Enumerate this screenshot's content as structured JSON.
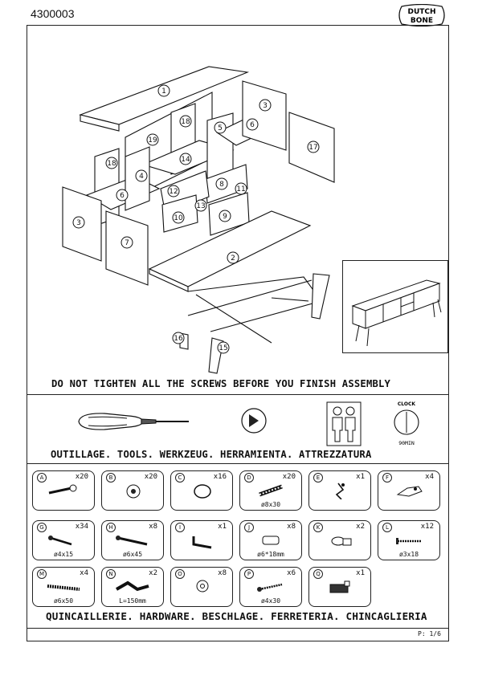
{
  "header": {
    "doc_number": "4300003",
    "brand_line1": "DUTCH",
    "brand_line2": "BONE"
  },
  "exploded_view": {
    "part_numbers": [
      "1",
      "2",
      "3",
      "3",
      "4",
      "5",
      "6",
      "6",
      "7",
      "8",
      "9",
      "10",
      "11",
      "12",
      "13",
      "14",
      "15",
      "16",
      "17",
      "18",
      "18",
      "19"
    ]
  },
  "warning_text": "DO NOT TIGHTEN ALL THE SCREWS BEFORE YOU FINISH ASSEMBLY",
  "tools": {
    "items": [
      "screwdriver-icon",
      "phillips-bit-icon",
      "two-persons-icon",
      "clock-icon"
    ],
    "clock_label": "CLOCK",
    "clock_time": "90MIN",
    "title": "OUTILLAGE. TOOLS. WERKZEUG. HERRAMIENTA. ATTREZZATURA"
  },
  "hardware": {
    "items": [
      {
        "letter": "A",
        "qty": "x20",
        "size": "",
        "icon": "cam-bolt-icon"
      },
      {
        "letter": "B",
        "qty": "x20",
        "size": "",
        "icon": "cam-lock-icon"
      },
      {
        "letter": "C",
        "qty": "x16",
        "size": "",
        "icon": "ring-icon"
      },
      {
        "letter": "D",
        "qty": "x20",
        "size": "ø8x30",
        "icon": "dowel-icon"
      },
      {
        "letter": "E",
        "qty": "x1",
        "size": "",
        "icon": "wall-strap-icon"
      },
      {
        "letter": "F",
        "qty": "x4",
        "size": "",
        "icon": "hinge-icon"
      },
      {
        "letter": "G",
        "qty": "x34",
        "size": "ø4x15",
        "icon": "screw-icon"
      },
      {
        "letter": "H",
        "qty": "x8",
        "size": "ø6x45",
        "icon": "long-screw-icon"
      },
      {
        "letter": "I",
        "qty": "x1",
        "size": "",
        "icon": "allen-key-icon"
      },
      {
        "letter": "J",
        "qty": "x8",
        "size": "ø6*18mm",
        "icon": "insert-nut-icon"
      },
      {
        "letter": "K",
        "qty": "x2",
        "size": "",
        "icon": "connector-icon"
      },
      {
        "letter": "L",
        "qty": "x12",
        "size": "ø3x18",
        "icon": "small-screw-icon"
      },
      {
        "letter": "M",
        "qty": "x4",
        "size": "ø6x50",
        "icon": "bolt-icon"
      },
      {
        "letter": "N",
        "qty": "x2",
        "size": "L=150mm",
        "icon": "cable-tie-icon"
      },
      {
        "letter": "O",
        "qty": "x8",
        "size": "",
        "icon": "washer-icon"
      },
      {
        "letter": "P",
        "qty": "x6",
        "size": "ø4x30",
        "icon": "wood-screw-icon"
      },
      {
        "letter": "Q",
        "qty": "x1",
        "size": "",
        "icon": "magnet-catch-icon"
      }
    ],
    "title": "QUINCAILLERIE. HARDWARE. BESCHLAGE. FERRETERIA. CHINCAGLIERIA"
  },
  "footer": {
    "page": "P: 1/6"
  }
}
